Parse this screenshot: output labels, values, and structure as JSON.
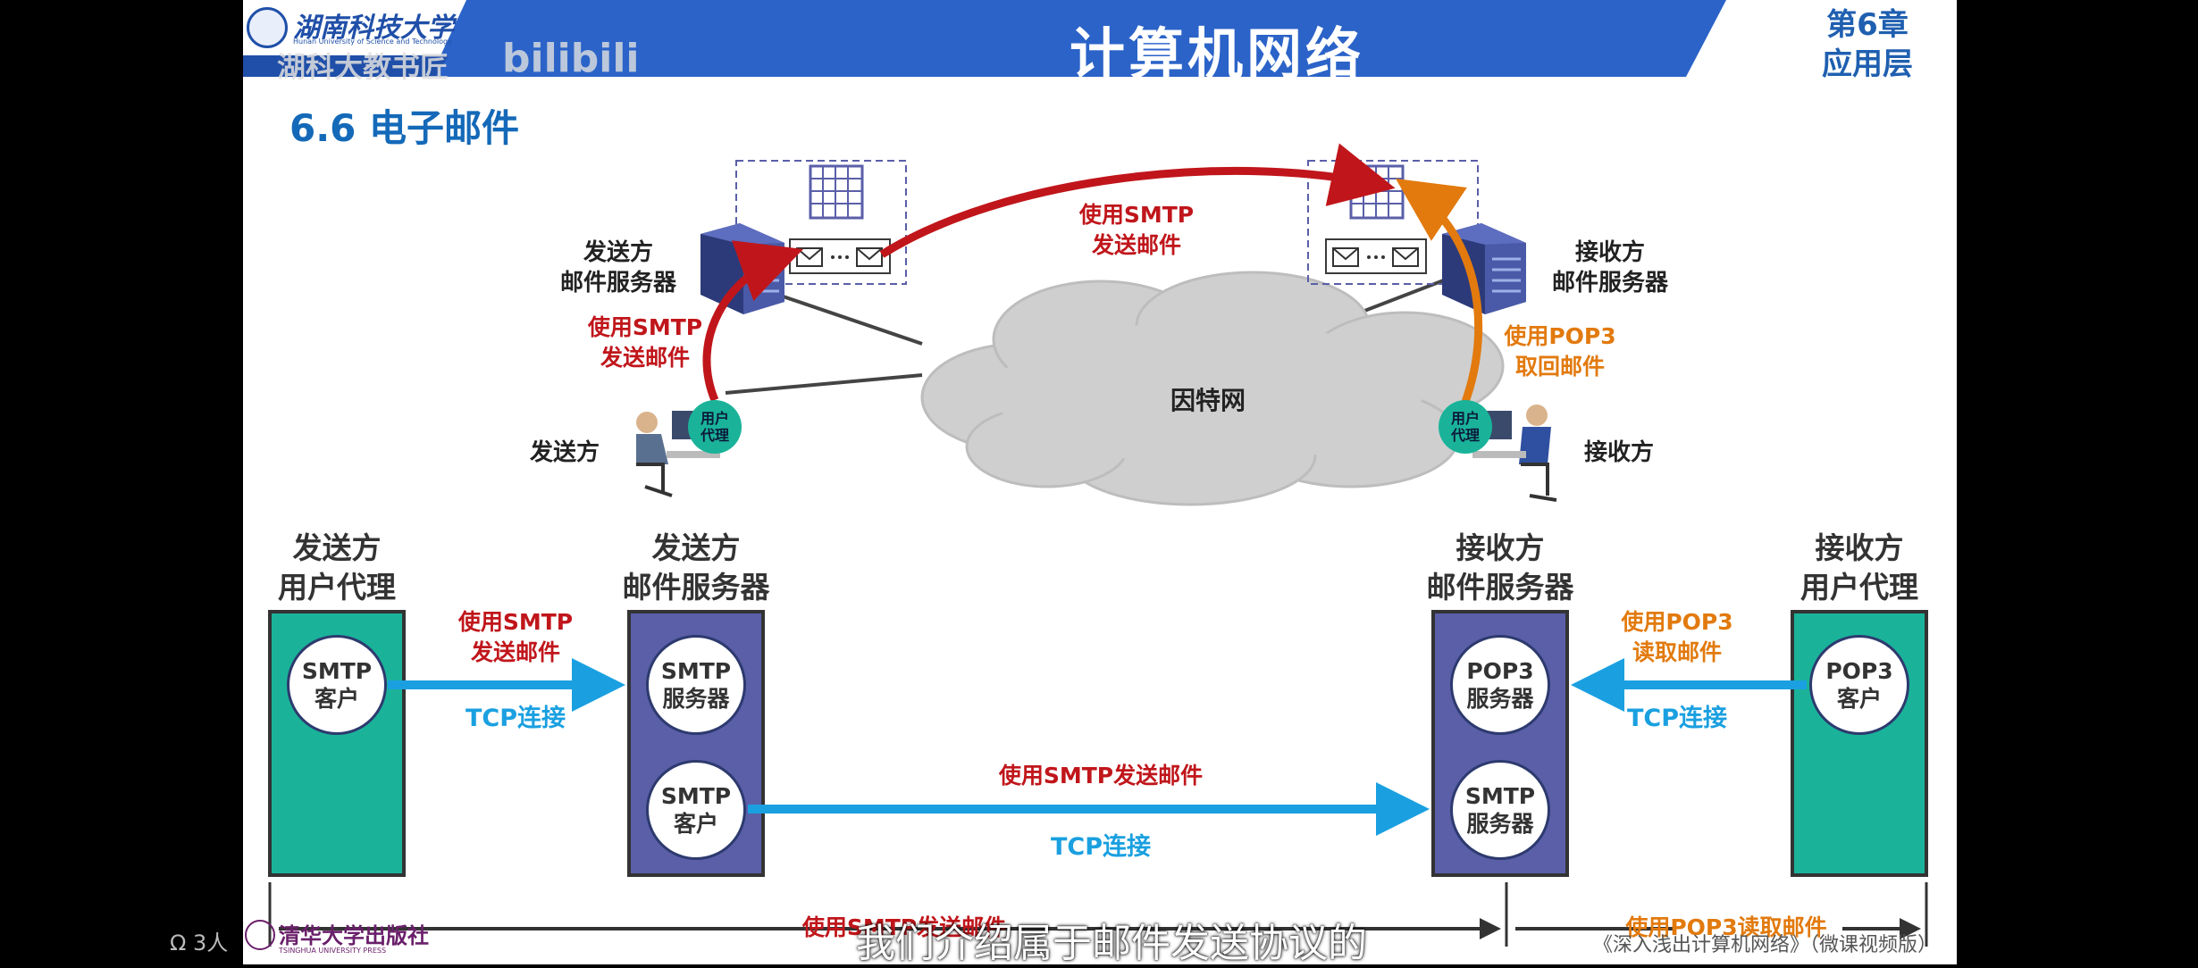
{
  "header": {
    "university_cn": "湖南科技大学",
    "university_en": "Hunan University of Science and Technology",
    "course_title": "计算机网络",
    "chapter_line1": "第6章",
    "chapter_line2": "应用层",
    "watermark_name": "湖科大教书匠",
    "watermark_site": "bilibili"
  },
  "section_title": "6.6 电子邮件",
  "top_diagram": {
    "sender_server_line1": "发送方",
    "sender_server_line2": "邮件服务器",
    "receiver_server_line1": "接收方",
    "receiver_server_line2": "邮件服务器",
    "smtp_top_line1": "使用SMTP",
    "smtp_top_line2": "发送邮件",
    "smtp_left_line1": "使用SMTP",
    "smtp_left_line2": "发送邮件",
    "pop3_right_line1": "使用POP3",
    "pop3_right_line2": "取回邮件",
    "internet": "因特网",
    "sender": "发送方",
    "receiver": "接收方",
    "ua_line1": "用户",
    "ua_line2": "代理",
    "colors": {
      "smtp": "#c0161b",
      "pop3": "#e27a0e"
    }
  },
  "bottom_diagram": {
    "col1_line1": "发送方",
    "col1_line2": "用户代理",
    "col2_line1": "发送方",
    "col2_line2": "邮件服务器",
    "col3_line1": "接收方",
    "col3_line2": "邮件服务器",
    "col4_line1": "接收方",
    "col4_line2": "用户代理",
    "smtp_client_line1": "SMTP",
    "smtp_client_line2": "客户",
    "smtp_server_line1": "SMTP",
    "smtp_server_line2": "服务器",
    "smtp_client2_line1": "SMTP",
    "smtp_client2_line2": "客户",
    "pop3_server_line1": "POP3",
    "pop3_server_line2": "服务器",
    "smtp_server2_line1": "SMTP",
    "smtp_server2_line2": "服务器",
    "pop3_client_line1": "POP3",
    "pop3_client_line2": "客户",
    "label_smtp_send_line1": "使用SMTP",
    "label_smtp_send_line2": "发送邮件",
    "label_tcp1": "TCP连接",
    "label_smtp_mid": "使用SMTP发送邮件",
    "label_tcp2": "TCP连接",
    "label_pop3_read_line1": "使用POP3",
    "label_pop3_read_line2": "读取邮件",
    "label_tcp3": "TCP连接",
    "span_smtp": "使用SMTP发送邮件",
    "span_pop3": "使用POP3读取邮件",
    "colors": {
      "teal": "#1ab39a",
      "purple": "#5a5fa8",
      "tcp": "#1aa0e0"
    }
  },
  "footer": {
    "publisher": "清华大学出版社",
    "publisher_en": "TSINGHUA UNIVERSITY PRESS",
    "book": "《深入浅出计算机网络》（微课视频版）"
  },
  "player": {
    "viewers": "3人",
    "subtitle": "我们介绍属于邮件发送协议的"
  }
}
